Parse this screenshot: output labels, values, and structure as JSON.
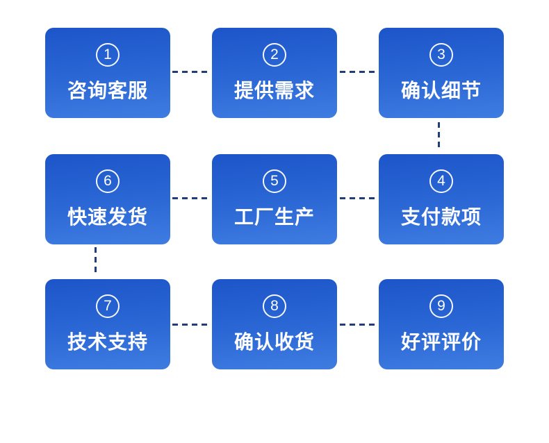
{
  "flow": {
    "steps": [
      {
        "number": "1",
        "label": "咨询客服"
      },
      {
        "number": "2",
        "label": "提供需求"
      },
      {
        "number": "3",
        "label": "确认细节"
      },
      {
        "number": "4",
        "label": "支付款项"
      },
      {
        "number": "5",
        "label": "工厂生产"
      },
      {
        "number": "6",
        "label": "快速发货"
      },
      {
        "number": "7",
        "label": "技术支持"
      },
      {
        "number": "8",
        "label": "确认收货"
      },
      {
        "number": "9",
        "label": "好评评价"
      }
    ],
    "colors": {
      "card_gradient_top": "#1c55c9",
      "card_gradient_bottom": "#3f7ce1",
      "connector_dash": "#1f3e7a",
      "text": "#ffffff",
      "background": "#ffffff"
    }
  }
}
